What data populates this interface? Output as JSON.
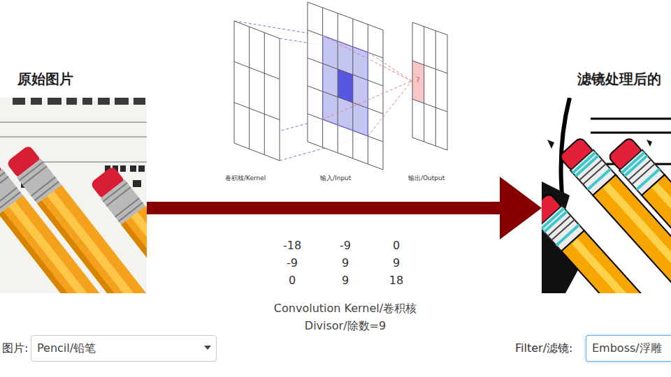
{
  "diagram": {
    "nodes": [
      {
        "text": [
          "原始图片"
        ]
      },
      {
        "text": [
          "滤镜处理后的"
        ]
      },
      {
        "text": [
          "Pencil/铅笔"
        ]
      },
      {
        "text": [
          "Emboss/浮雕"
        ]
      }
    ],
    "edges": [
      {
        "from": 0,
        "to": 1,
        "arrow": "to"
      }
    ],
    "labels": [
      "卷积核/Kernel",
      "输入/Input",
      "输出/Output",
      "?",
      "-18",
      "-9",
      "0",
      "-9",
      "9",
      "9",
      "0",
      "9",
      "18",
      "Convolution Kernel/卷积核",
      "Divisor/除数=9",
      "图片:",
      "Filter/滤镜:"
    ]
  }
}
